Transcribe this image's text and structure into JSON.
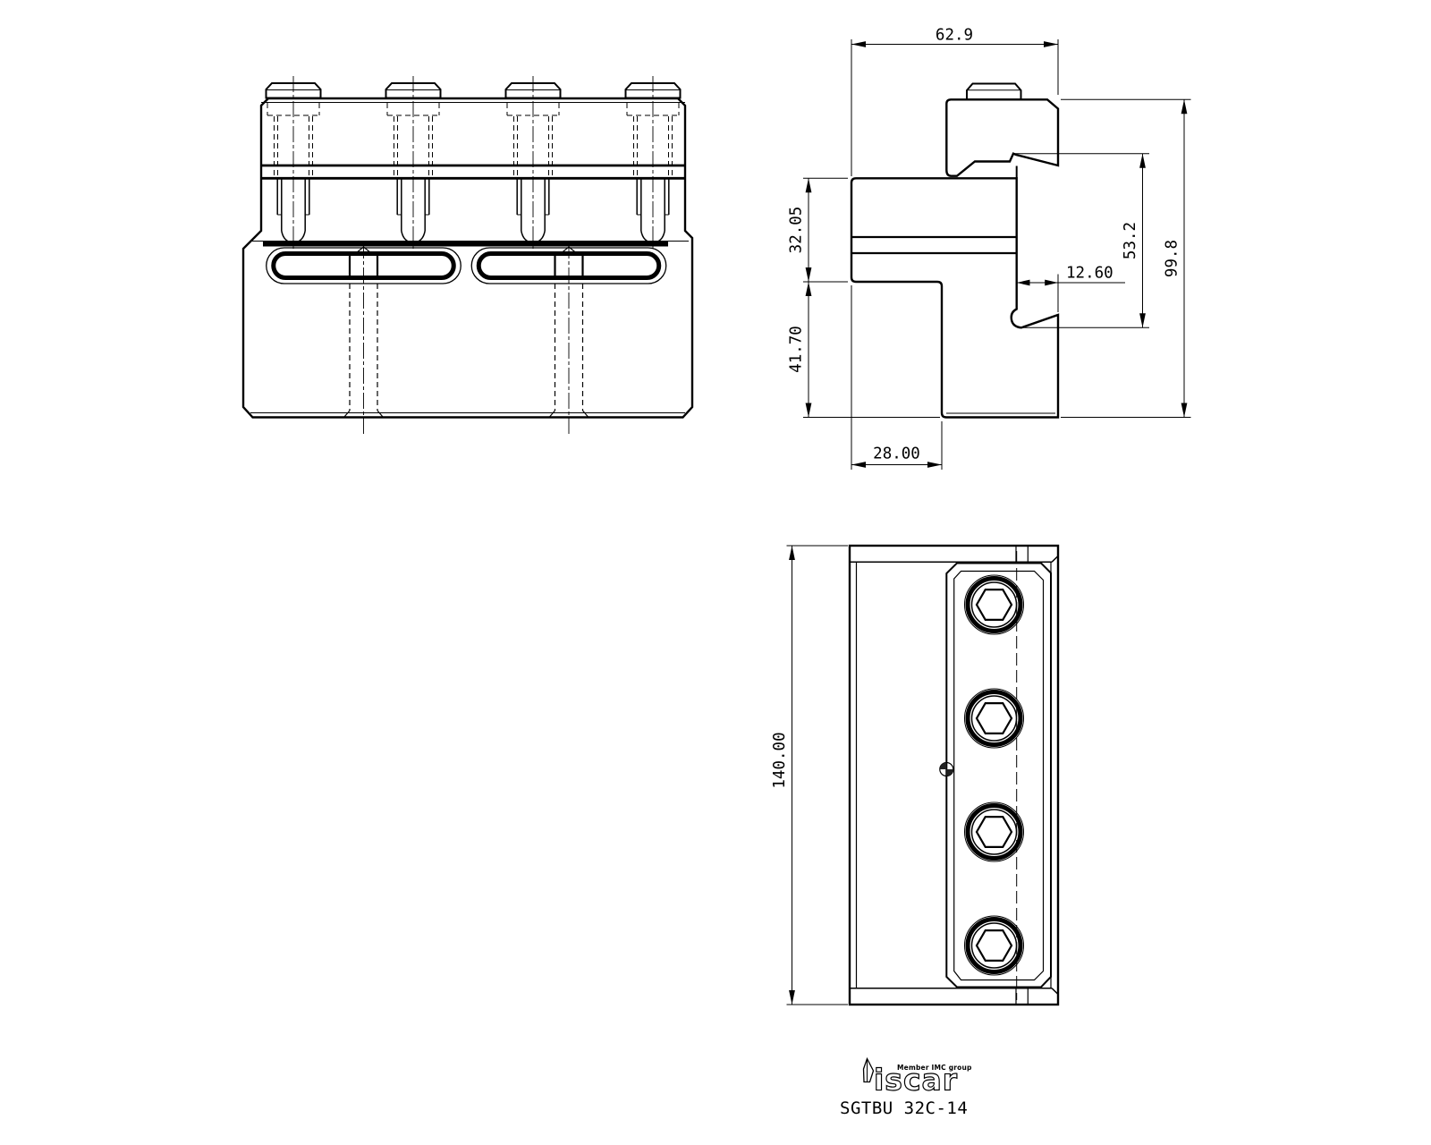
{
  "drawing": {
    "part_number": "SGTBU 32C-14",
    "brand": {
      "name": "iscar",
      "tagline": "Member IMC group"
    },
    "colors": {
      "line": "#000000",
      "background": "#ffffff"
    },
    "dimensions": {
      "side_view": {
        "top_width": "62.9",
        "upper_body_height": "32.05",
        "lower_body_height": "41.70",
        "leg_width": "28.00",
        "slot_offset": "12.60",
        "clamp_to_base": "53.2",
        "overall_height": "99.8"
      },
      "top_view": {
        "overall_length": "140.00"
      }
    }
  }
}
